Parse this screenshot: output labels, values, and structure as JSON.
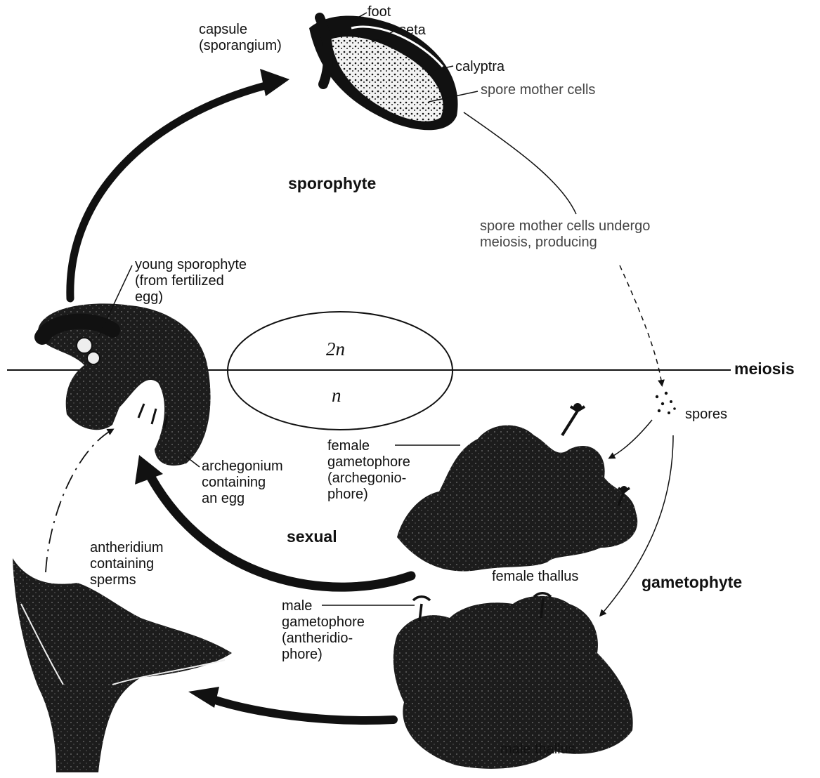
{
  "labels": {
    "capsule": [
      "capsule",
      "(sporangium)"
    ],
    "foot": "foot",
    "seta": "seta",
    "calyptra": "calyptra",
    "spore_mother_cells": "spore mother cells",
    "sporophyte": "sporophyte",
    "meiosis_note": [
      "spore mother cells undergo",
      "meiosis, producing"
    ],
    "young_sporophyte": [
      "young sporophyte",
      "(from fertilized",
      "egg)"
    ],
    "two_n": "2n",
    "n": "n",
    "meiosis": "meiosis",
    "spores": "spores",
    "female_gametophore": [
      "female",
      "gametophore",
      "(archegonio-",
      "phore)"
    ],
    "archegonium": [
      "archegonium",
      "containing",
      "an egg"
    ],
    "sexual": "sexual",
    "antheridium": [
      "antheridium",
      "containing",
      "sperms"
    ],
    "female_thallus": "female thallus",
    "gametophyte": "gametophyte",
    "male_gametophore": [
      "male",
      "gametophore",
      "(antheridio-",
      "phore)"
    ],
    "male_thallus": "male thallus"
  },
  "colors": {
    "ink": "#111111",
    "thallus": "#1c1c1c",
    "background": "#ffffff"
  }
}
